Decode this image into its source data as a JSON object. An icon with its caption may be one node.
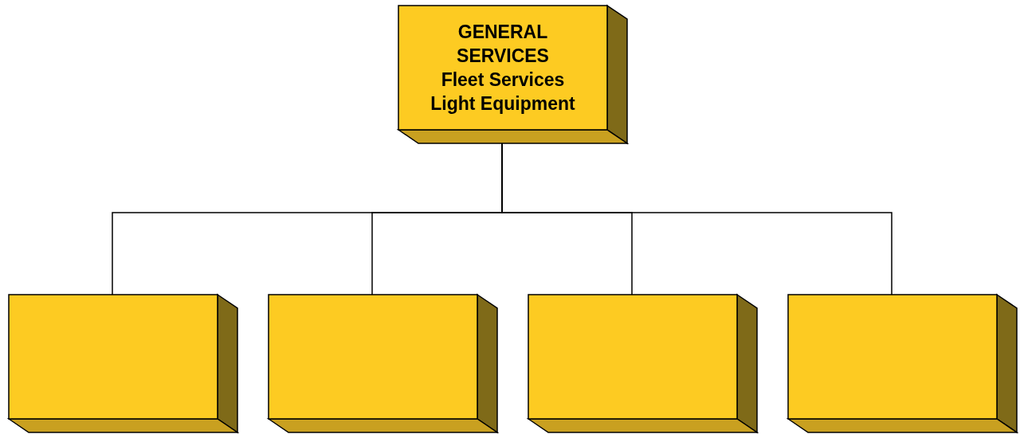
{
  "diagram": {
    "nodes": [
      {
        "text": [
          "GENERAL SERVICES",
          "Fleet Services",
          "Light Equipment"
        ]
      },
      {
        "text": [],
        "shape": "box"
      },
      {
        "text": [],
        "shape": "box"
      },
      {
        "text": [],
        "shape": "box"
      },
      {
        "text": [],
        "shape": "box"
      }
    ],
    "edges": [
      {
        "from": 0,
        "to": 1,
        "arrow": "none"
      },
      {
        "from": 0,
        "to": 2,
        "arrow": "none"
      },
      {
        "from": 0,
        "to": 3,
        "arrow": "none"
      },
      {
        "from": 0,
        "to": 4,
        "arrow": "none"
      }
    ]
  }
}
